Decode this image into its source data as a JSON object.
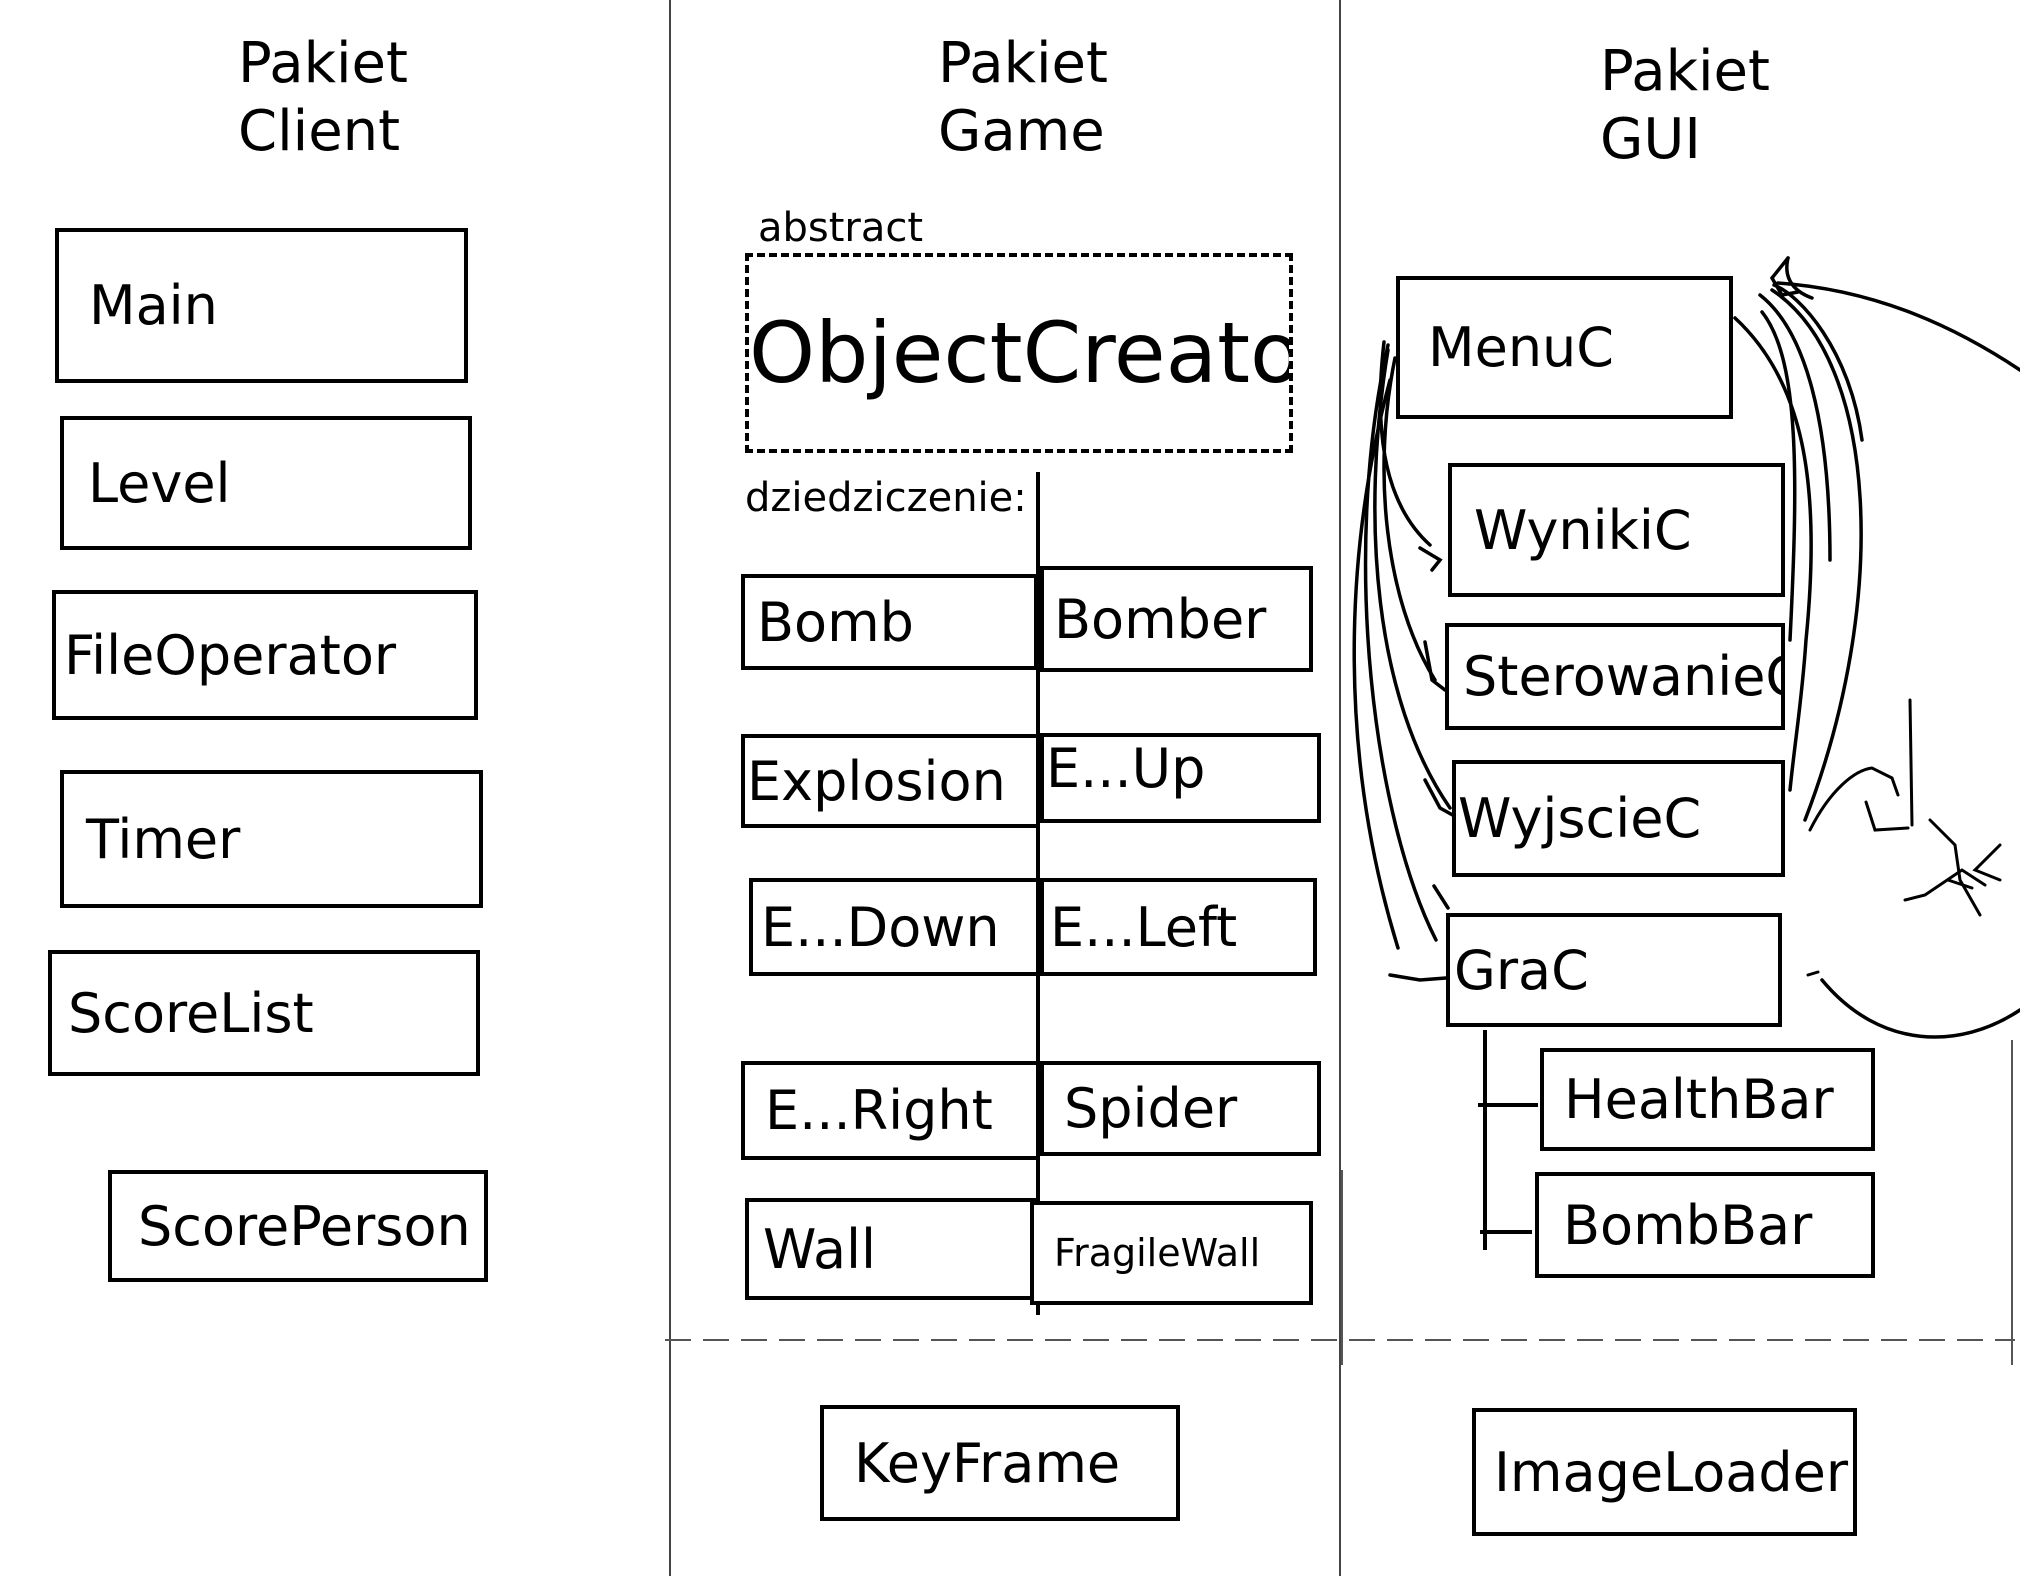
{
  "packages": {
    "client": {
      "line1": "Pakiet",
      "line2": "Client"
    },
    "game": {
      "line1": "Pakiet",
      "line2": "Game"
    },
    "gui": {
      "line1": "Pakiet",
      "line2": "GUI"
    }
  },
  "client_classes": [
    "Main",
    "Level",
    "FileOperator",
    "Timer",
    "ScoreList",
    "ScorePerson"
  ],
  "game": {
    "abstract_label": "abstract",
    "abstract_class": "ObjectCreator",
    "inheritance_label": "dziedziczenie:",
    "left": [
      "Bomb",
      "Explosion",
      "E...Down",
      "E...Right",
      "Wall"
    ],
    "right": [
      "Bomber",
      "E...Up",
      "E...Left",
      "Spider",
      "FragileWall"
    ],
    "footer": "KeyFrame"
  },
  "gui": {
    "classes": [
      "MenuC",
      "WynikiC",
      "SterowanieC",
      "WyjscieC",
      "GraC"
    ],
    "sub": [
      "HealthBar",
      "BombBar"
    ],
    "footer": "ImageLoader"
  }
}
